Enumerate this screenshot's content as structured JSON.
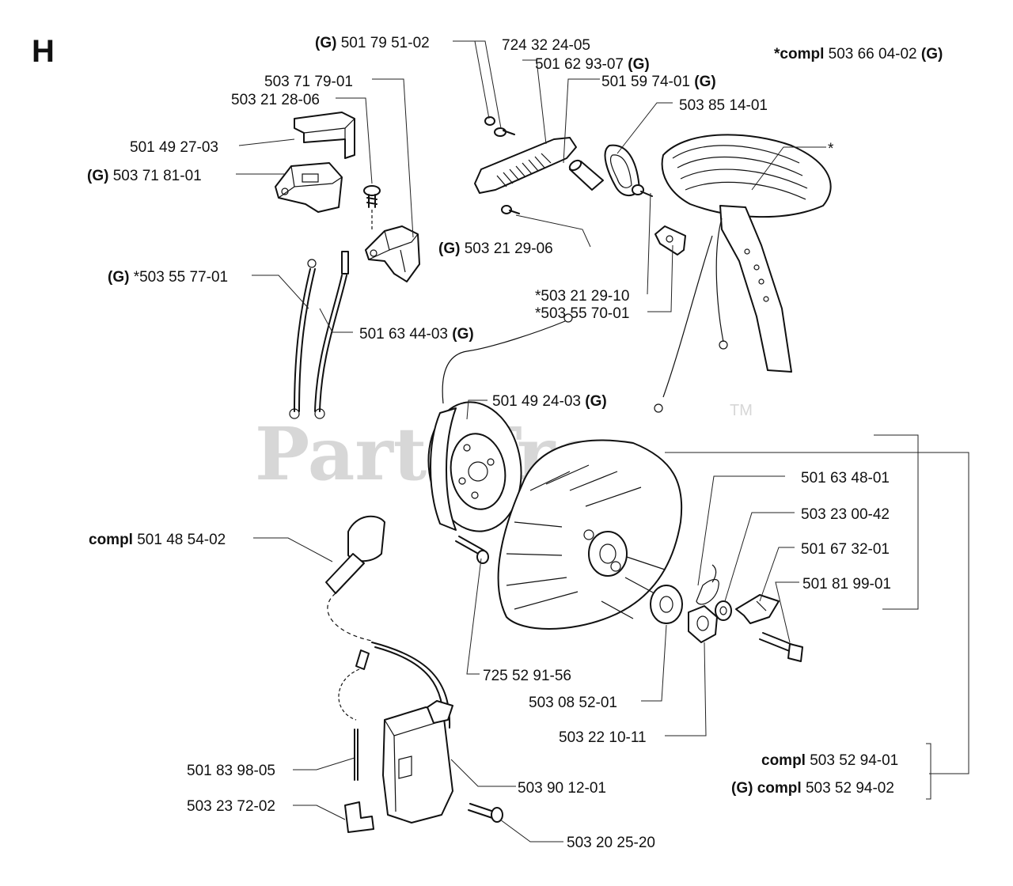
{
  "section_letter": "H",
  "watermark": {
    "text": "PartsTree",
    "tm": "TM"
  },
  "labels": {
    "l01": {
      "pre": "(G)",
      "num": "501 79 51-02",
      "post": ""
    },
    "l02": {
      "pre": "",
      "num": "724 32 24-05",
      "post": ""
    },
    "l03": {
      "pre": "",
      "num": "501 62 93-07",
      "post": "(G)"
    },
    "l04": {
      "pre": "",
      "num": "501 59 74-01",
      "post": "(G)"
    },
    "l05": {
      "pre": "",
      "num": "503 85 14-01",
      "post": ""
    },
    "l06": {
      "pre": "*compl",
      "num": "503 66 04-02",
      "post": "(G)"
    },
    "l07": {
      "pre": "",
      "num": "*",
      "post": ""
    },
    "l08": {
      "pre": "",
      "num": "503 71 79-01",
      "post": ""
    },
    "l09": {
      "pre": "",
      "num": "503 21 28-06",
      "post": ""
    },
    "l10": {
      "pre": "",
      "num": "501 49 27-03",
      "post": ""
    },
    "l11": {
      "pre": "(G)",
      "num": "503 71 81-01",
      "post": ""
    },
    "l12": {
      "pre": "(G)",
      "num": "503 21 29-06",
      "post": ""
    },
    "l13": {
      "pre": "(G)",
      "num": "*503 55 77-01",
      "post": ""
    },
    "l14": {
      "pre": "",
      "num": "501 63 44-03",
      "post": "(G)"
    },
    "l15": {
      "pre": "",
      "num": "*503 21 29-10",
      "post": ""
    },
    "l16": {
      "pre": "",
      "num": "*503 55 70-01",
      "post": ""
    },
    "l17": {
      "pre": "",
      "num": "501 49 24-03",
      "post": "(G)"
    },
    "l18": {
      "pre": "",
      "num": "501 63 48-01",
      "post": ""
    },
    "l19": {
      "pre": "",
      "num": "503 23 00-42",
      "post": ""
    },
    "l20": {
      "pre": "",
      "num": "501 67 32-01",
      "post": ""
    },
    "l21": {
      "pre": "",
      "num": "501 81 99-01",
      "post": ""
    },
    "l22": {
      "pre": "compl",
      "num": "501 48 54-02",
      "post": ""
    },
    "l23": {
      "pre": "",
      "num": "725 52 91-56",
      "post": ""
    },
    "l24": {
      "pre": "",
      "num": "503 08 52-01",
      "post": ""
    },
    "l25": {
      "pre": "",
      "num": "503 22 10-11",
      "post": ""
    },
    "l26": {
      "pre": "compl",
      "num": "503 52 94-01",
      "post": ""
    },
    "l27": {
      "pre": "(G) compl",
      "num": "503 52 94-02",
      "post": ""
    },
    "l28": {
      "pre": "",
      "num": "501 83 98-05",
      "post": ""
    },
    "l29": {
      "pre": "",
      "num": "503 90 12-01",
      "post": ""
    },
    "l30": {
      "pre": "",
      "num": "503 23 72-02",
      "post": ""
    },
    "l31": {
      "pre": "",
      "num": "503 20 25-20",
      "post": ""
    }
  }
}
